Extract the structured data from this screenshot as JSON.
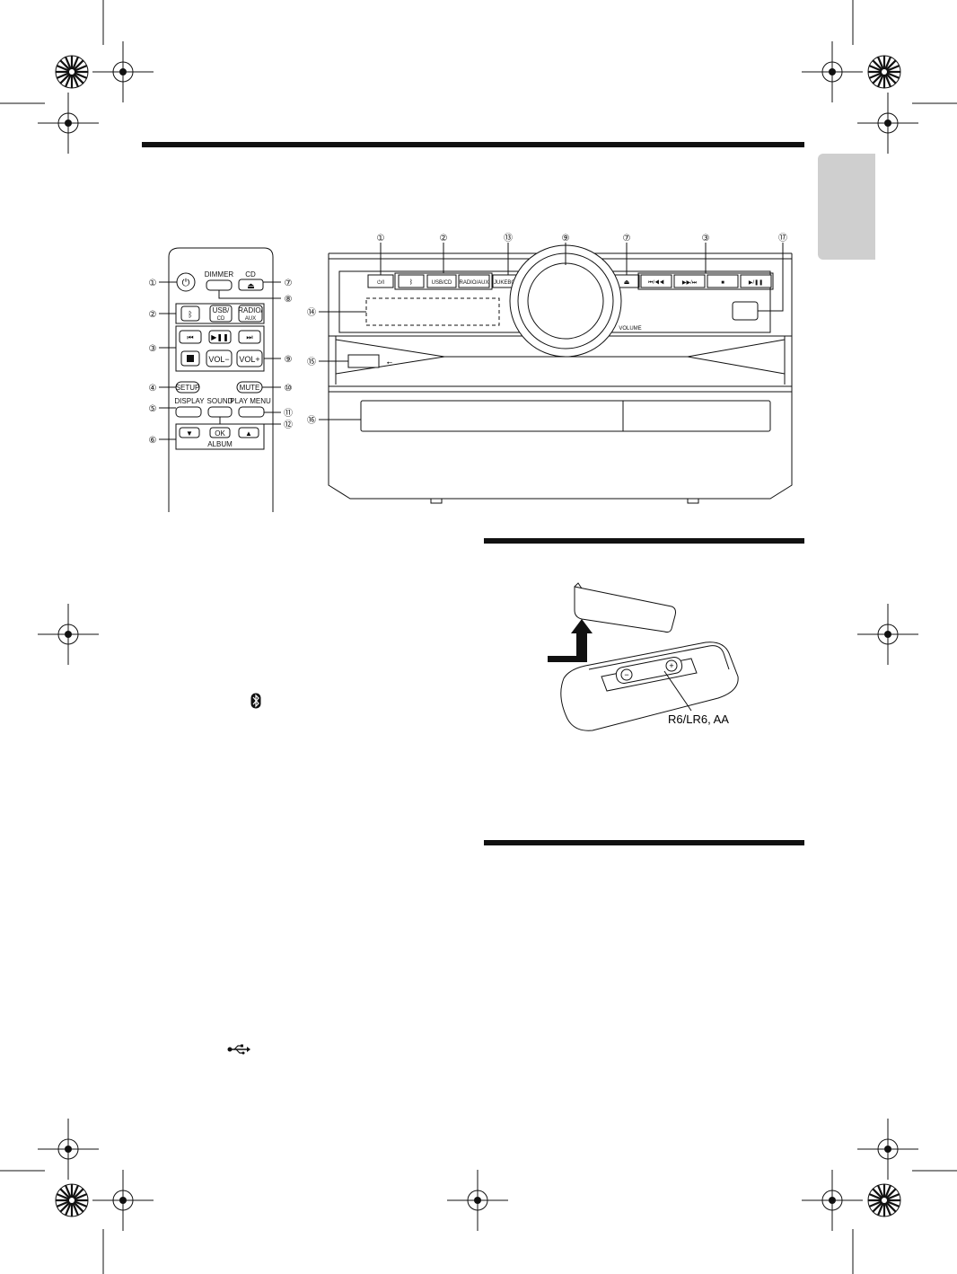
{
  "remote": {
    "labels": {
      "dimmer": "DIMMER",
      "cd": "CD",
      "usb_cd_top": "USB/",
      "usb_cd_bottom": "CD",
      "radio_aux_top": "RADIO/",
      "radio_aux_bottom": "AUX",
      "vol_minus": "VOL−",
      "vol_plus": "VOL+",
      "setup": "SETUP",
      "mute": "MUTE",
      "display": "DISPLAY",
      "sound": "SOUND",
      "play_menu": "PLAY MENU",
      "ok": "OK",
      "album": "ALBUM"
    },
    "callouts": {
      "c1": "①",
      "c2": "②",
      "c3": "③",
      "c4": "④",
      "c5": "⑤",
      "c6": "⑥",
      "c7": "⑦",
      "c8": "⑧",
      "c9": "⑨",
      "c10": "⑩",
      "c11": "⑪",
      "c12": "⑫"
    }
  },
  "unit": {
    "buttons": {
      "power": "⏻/I",
      "usb_cd": "USB/CD",
      "radio_aux": "RADIO/AUX",
      "jukebox": "JUKEBOX",
      "prev": "⏮/◀◀",
      "next": "▶▶/⏭",
      "stop": "■",
      "play": "▶/❚❚"
    },
    "volume_label": "VOLUME",
    "callouts": {
      "c1": "①",
      "c2": "②",
      "c13": "⑬",
      "c9": "⑨",
      "c7": "⑦",
      "c3": "③",
      "c17": "⑰",
      "c14": "⑭",
      "c15": "⑮",
      "c16": "⑯"
    }
  },
  "battery": {
    "label": "R6/LR6, AA"
  }
}
